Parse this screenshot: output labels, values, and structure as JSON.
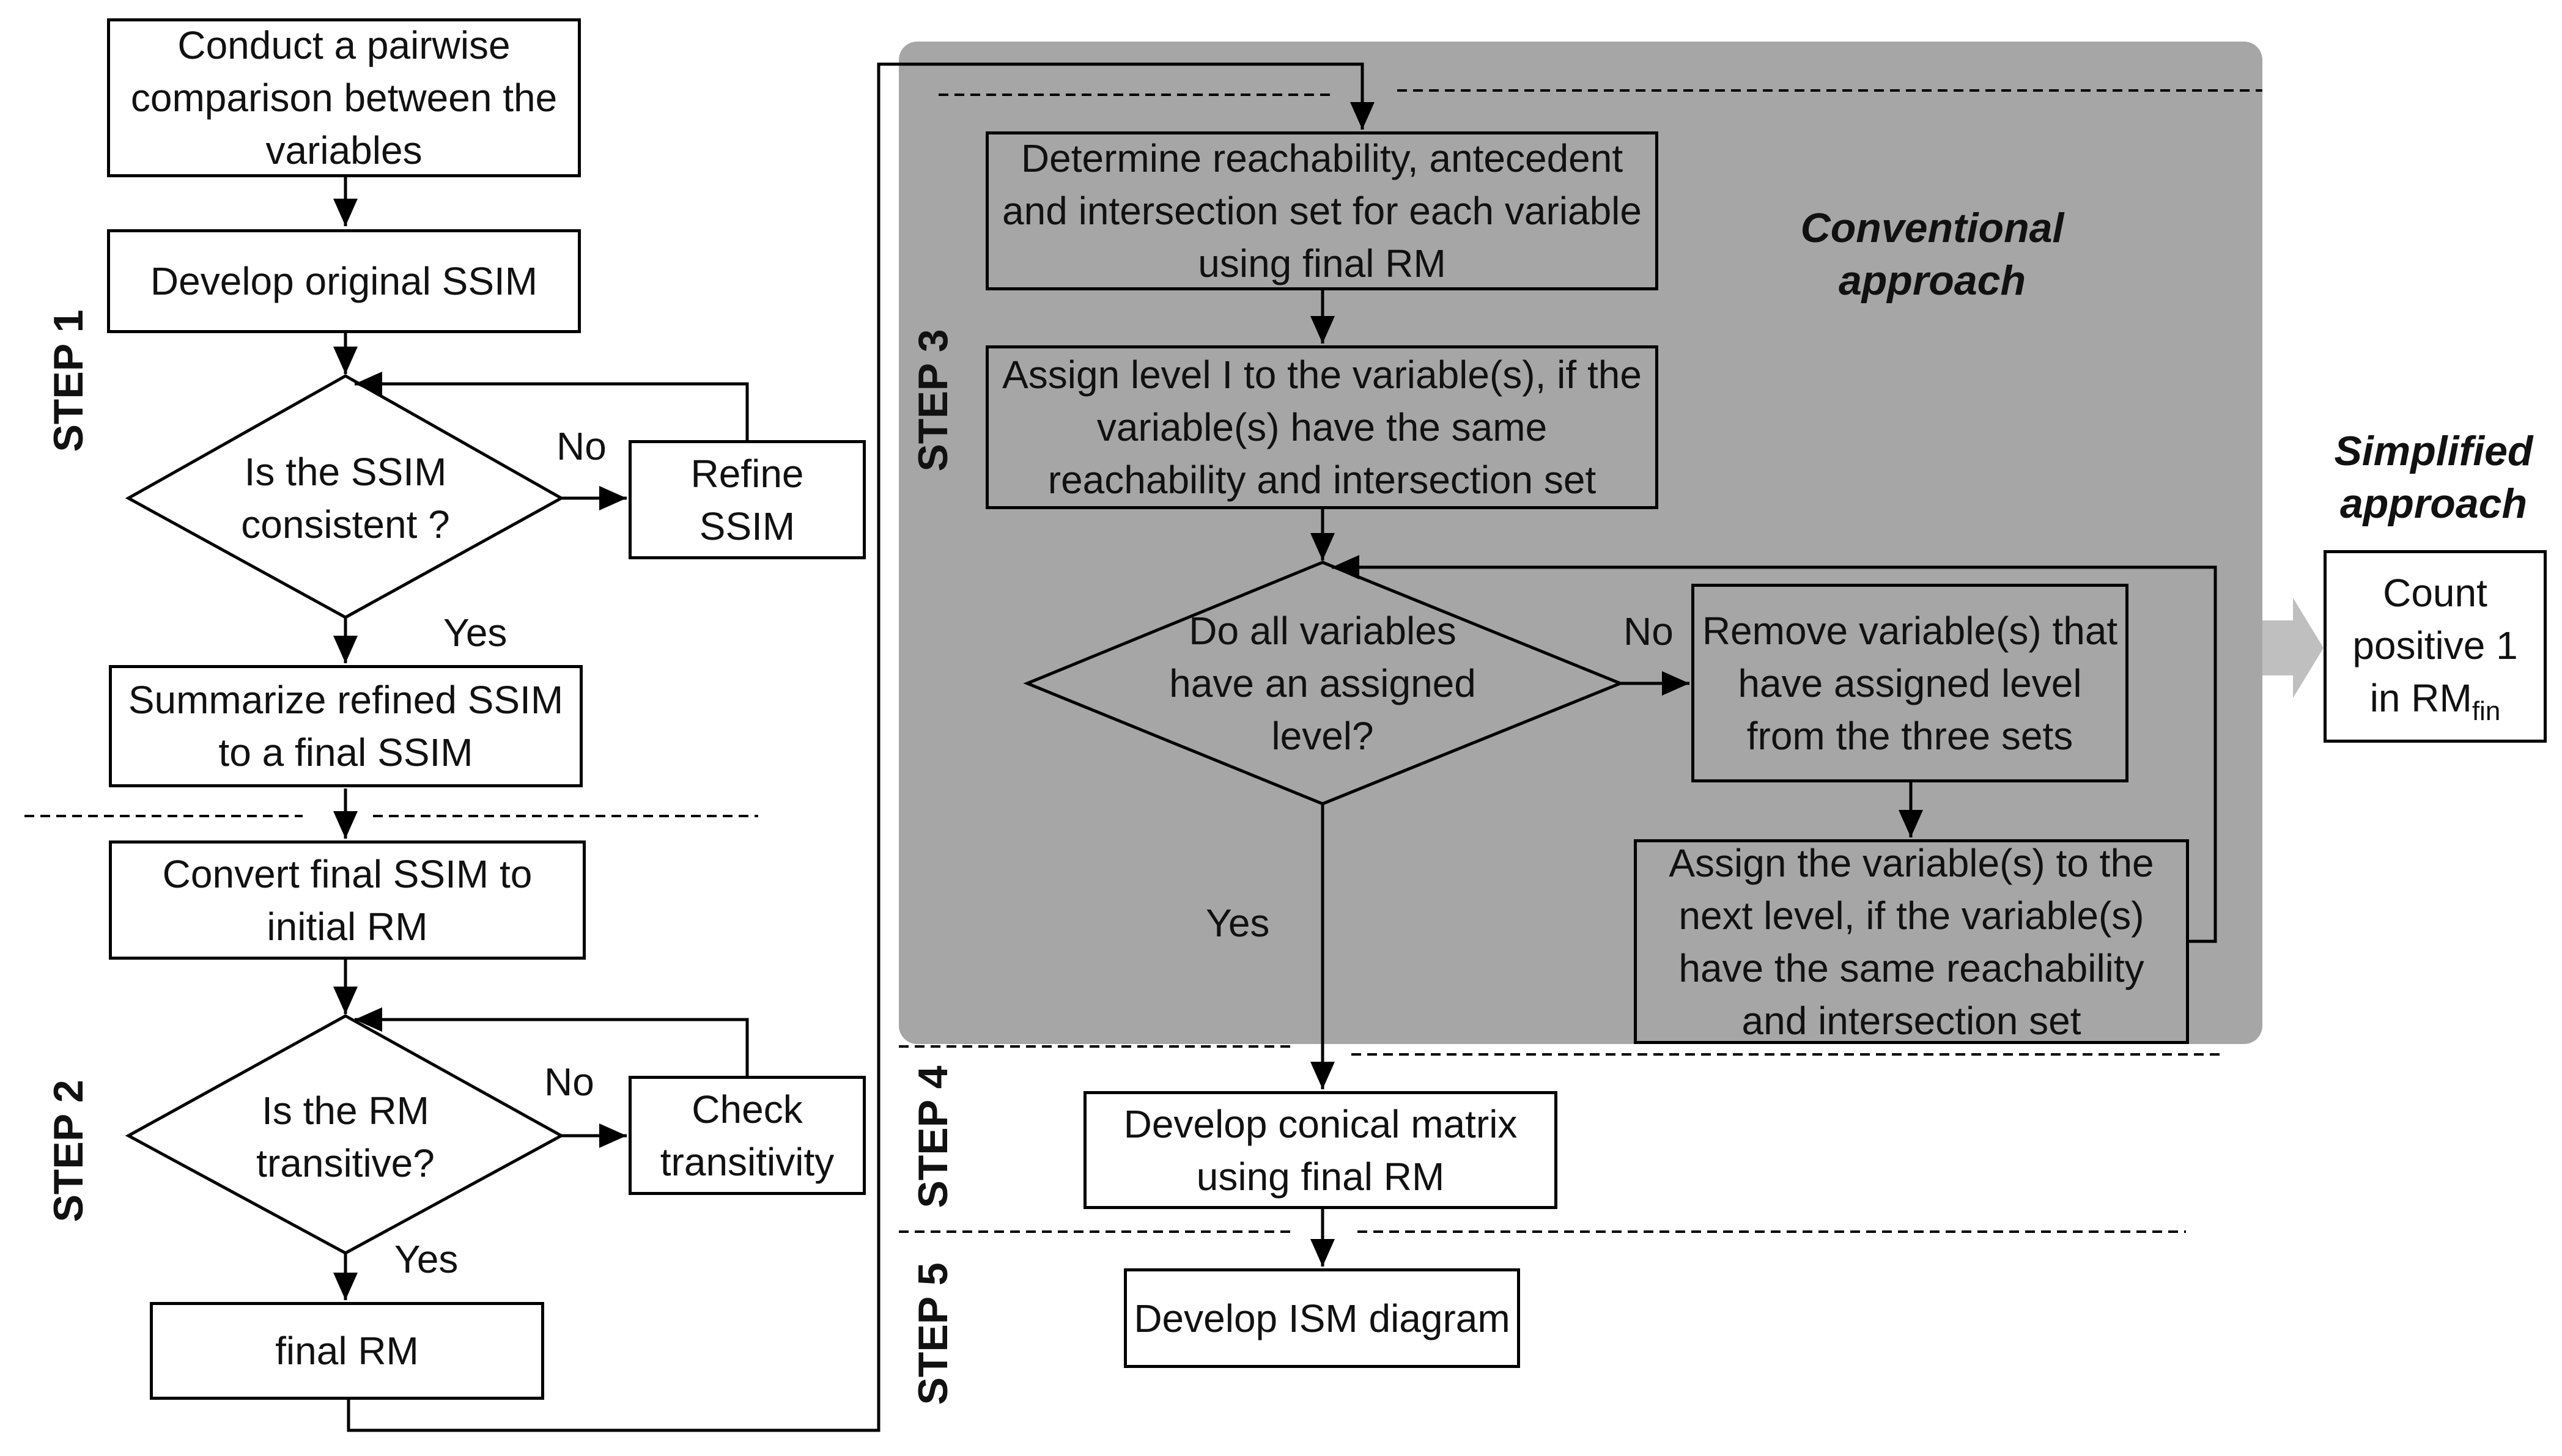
{
  "steps": {
    "step1": "STEP 1",
    "step2": "STEP 2",
    "step3": "STEP 3",
    "step4": "STEP 4",
    "step5": "STEP 5"
  },
  "step1": {
    "pairwise": "Conduct a pairwise comparison between the variables",
    "develop_ssim": "Develop original SSIM",
    "decision": "Is the SSIM consistent ?",
    "refine": "Refine SSIM",
    "no": "No",
    "yes": "Yes",
    "summarize": "Summarize refined SSIM to a final SSIM"
  },
  "step2": {
    "convert": "Convert final SSIM to initial RM",
    "decision": "Is the RM transitive?",
    "check": "Check transitivity",
    "no": "No",
    "yes": "Yes",
    "final_rm": "final RM"
  },
  "step3": {
    "approach_label": "Conventional approach",
    "determine": "Determine reachability, antecedent and intersection set for each variable using final RM",
    "assign_level1": "Assign level I to the variable(s), if the variable(s) have the same reachability and intersection set",
    "decision": "Do all variables have an assigned level?",
    "no": "No",
    "yes": "Yes",
    "remove": "Remove variable(s) that have assigned level from the three sets",
    "assign_next": "Assign the variable(s) to the next level, if the variable(s) have the same reachability and intersection set"
  },
  "step4": {
    "conical": "Develop conical matrix using final RM"
  },
  "step5": {
    "ism": "Develop ISM diagram"
  },
  "simplified": {
    "approach_label": "Simplified approach",
    "count_main": "Count positive 1 in RM",
    "count_sub": "fin"
  },
  "colors": {
    "shaded_region": "#a6a6a6",
    "arrow_gray": "#bfbfbf",
    "line": "#000000"
  }
}
